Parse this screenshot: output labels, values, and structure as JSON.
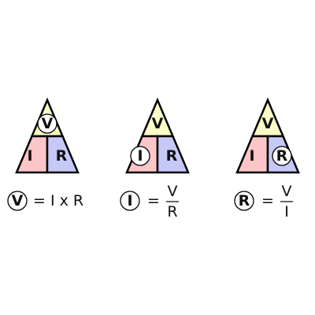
{
  "colors": {
    "v": "#fbfbc7",
    "i": "#fcc5c8",
    "r": "#c6c8f8",
    "stroke": "#000000",
    "highlight": "#ffffff"
  },
  "triangles": [
    {
      "top": "V",
      "left": "I",
      "right": "R",
      "highlighted": "V"
    },
    {
      "top": "V",
      "left": "I",
      "right": "R",
      "highlighted": "I"
    },
    {
      "top": "V",
      "left": "I",
      "right": "R",
      "highlighted": "R"
    }
  ],
  "formulas": [
    {
      "subject": "V",
      "equals": "=",
      "rhs": "I x R"
    },
    {
      "subject": "I",
      "equals": "=",
      "numerator": "V",
      "denominator": "R"
    },
    {
      "subject": "R",
      "equals": "=",
      "numerator": "V",
      "denominator": "I"
    }
  ]
}
